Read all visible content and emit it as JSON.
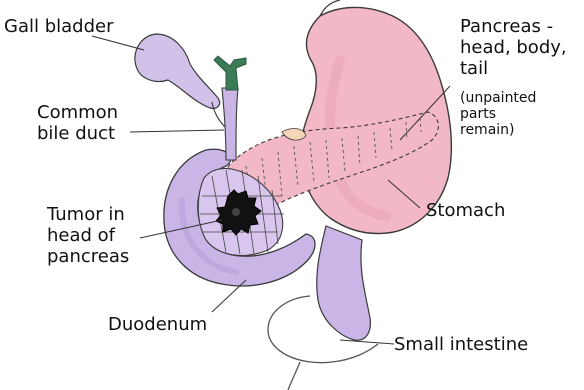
{
  "labels": {
    "gall_bladder": "Gall bladder",
    "common_bile_duct": "Common\nbile duct",
    "tumor": "Tumor in\nhead of\npancreas",
    "duodenum": "Duodenum",
    "pancreas": "Pancreas -\nhead, body,\ntail",
    "pancreas_note": "(unpainted\nparts\nremain)",
    "stomach": "Stomach",
    "small_intestine": "Small intestine"
  },
  "colors": {
    "stomach": "#f2b8c6",
    "stomach_shadow": "#e7a3b5",
    "duodenum": "#c9b6e6",
    "duodenum_shadow": "#b7a0db",
    "gall_bladder": "#d2c2ea",
    "bile_tree": "#3d7a56",
    "tumor": "#111111",
    "pancreas_patch": "#f6d6b8",
    "leader_line": "#333333",
    "outline": "#3a3a3a"
  }
}
